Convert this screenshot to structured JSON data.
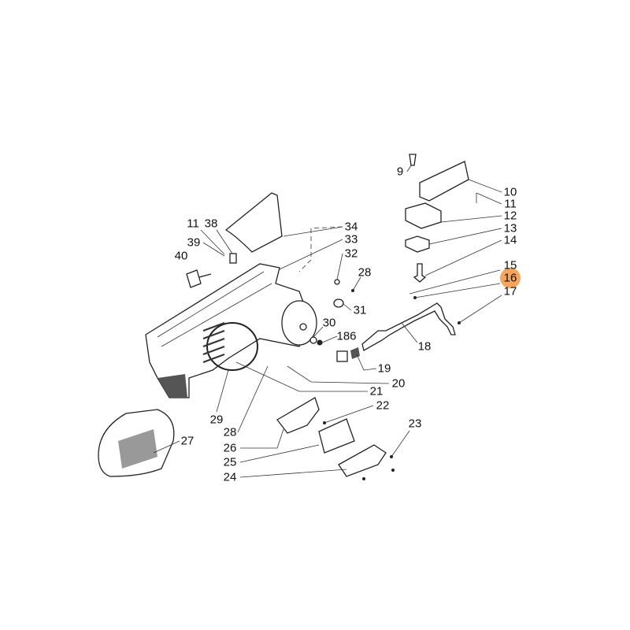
{
  "diagram": {
    "type": "exploded-parts-diagram",
    "highlight_color": "#F5A55C",
    "highlighted_part": "16",
    "part_labels": [
      {
        "id": "p9",
        "text": "9"
      },
      {
        "id": "p10",
        "text": "10"
      },
      {
        "id": "p11a",
        "text": "11"
      },
      {
        "id": "p12",
        "text": "12"
      },
      {
        "id": "p13",
        "text": "13"
      },
      {
        "id": "p14",
        "text": "14"
      },
      {
        "id": "p15",
        "text": "15"
      },
      {
        "id": "p16",
        "text": "16"
      },
      {
        "id": "p17",
        "text": "17"
      },
      {
        "id": "p18",
        "text": "18"
      },
      {
        "id": "p19",
        "text": "19"
      },
      {
        "id": "p20",
        "text": "20"
      },
      {
        "id": "p21",
        "text": "21"
      },
      {
        "id": "p22",
        "text": "22"
      },
      {
        "id": "p23",
        "text": "23"
      },
      {
        "id": "p24",
        "text": "24"
      },
      {
        "id": "p25",
        "text": "25"
      },
      {
        "id": "p26",
        "text": "26"
      },
      {
        "id": "p27",
        "text": "27"
      },
      {
        "id": "p28a",
        "text": "28"
      },
      {
        "id": "p29",
        "text": "29"
      },
      {
        "id": "p28b",
        "text": "28"
      },
      {
        "id": "p30",
        "text": "30"
      },
      {
        "id": "p31",
        "text": "31"
      },
      {
        "id": "p32",
        "text": "32"
      },
      {
        "id": "p33",
        "text": "33"
      },
      {
        "id": "p34",
        "text": "34"
      },
      {
        "id": "p186",
        "text": "186"
      },
      {
        "id": "p11b",
        "text": "11"
      },
      {
        "id": "p38",
        "text": "38"
      },
      {
        "id": "p39",
        "text": "39"
      },
      {
        "id": "p40",
        "text": "40"
      }
    ]
  }
}
